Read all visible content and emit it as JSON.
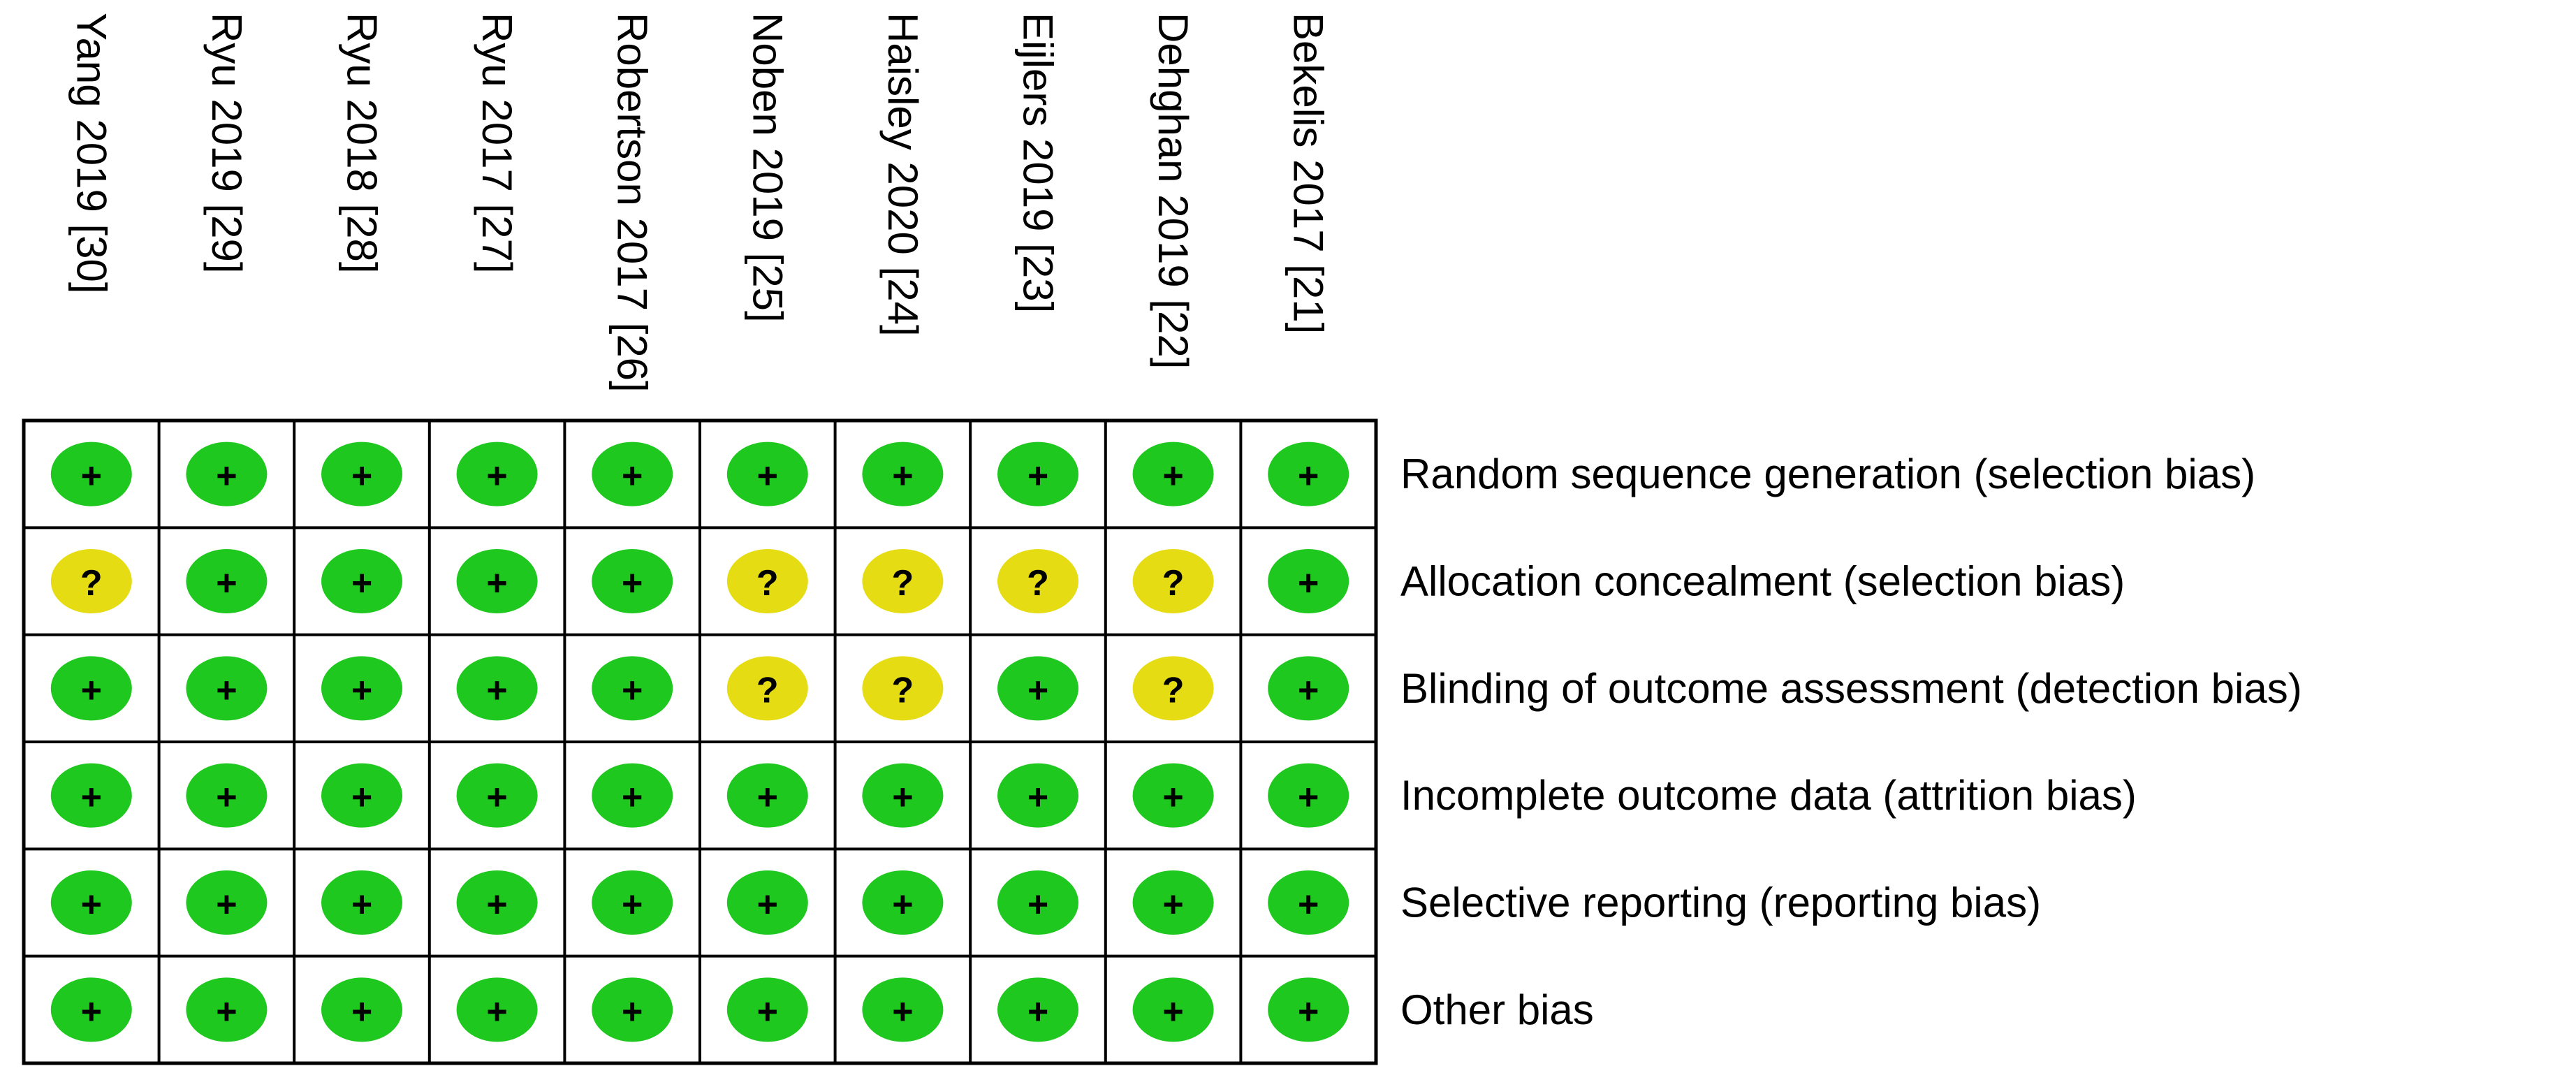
{
  "chart_data": {
    "type": "table",
    "studies": [
      "Yang 2019 [30]",
      "Ryu 2019 [29]",
      "Ryu 2018 [28]",
      "Ryu 2017 [27]",
      "Robertson 2017 [26]",
      "Noben 2019 [25]",
      "Haisley 2020 [24]",
      "Eijlers 2019 [23]",
      "Dehghan 2019 [22]",
      "Bekelis 2017 [21]"
    ],
    "domains": [
      "Random sequence generation (selection bias)",
      "Allocation concealment (selection bias)",
      "Blinding of outcome assessment (detection bias)",
      "Incomplete outcome data (attrition bias)",
      "Selective reporting (reporting bias)",
      "Other bias"
    ],
    "judgements": [
      [
        "low",
        "low",
        "low",
        "low",
        "low",
        "low",
        "low",
        "low",
        "low",
        "low"
      ],
      [
        "unclear",
        "low",
        "low",
        "low",
        "low",
        "unclear",
        "unclear",
        "unclear",
        "unclear",
        "low"
      ],
      [
        "low",
        "low",
        "low",
        "low",
        "low",
        "unclear",
        "unclear",
        "low",
        "unclear",
        "low"
      ],
      [
        "low",
        "low",
        "low",
        "low",
        "low",
        "low",
        "low",
        "low",
        "low",
        "low"
      ],
      [
        "low",
        "low",
        "low",
        "low",
        "low",
        "low",
        "low",
        "low",
        "low",
        "low"
      ],
      [
        "low",
        "low",
        "low",
        "low",
        "low",
        "low",
        "low",
        "low",
        "low",
        "low"
      ]
    ],
    "legend": {
      "low": {
        "symbol": "+",
        "color": "#1ec81e"
      },
      "unclear": {
        "symbol": "?",
        "color": "#e6dc14"
      }
    },
    "grid_color": "#000000"
  }
}
